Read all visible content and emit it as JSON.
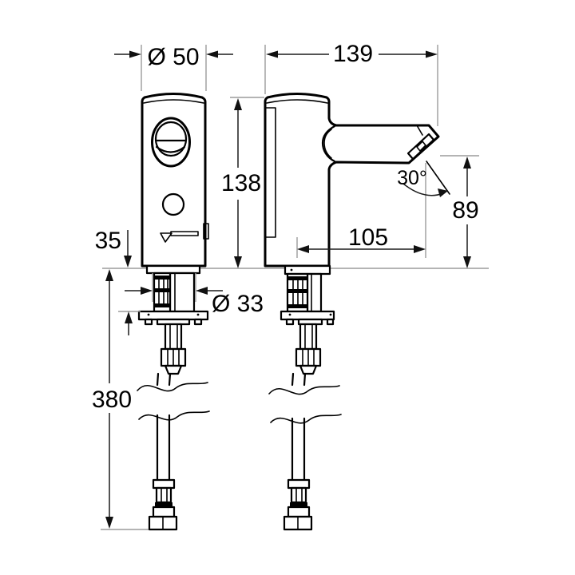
{
  "drawing": {
    "dimensions": {
      "top_diameter": "Ø 50",
      "spout_reach_total": "139",
      "body_height": "138",
      "spout_angle": "30°",
      "outlet_height": "89",
      "outlet_reach": "105",
      "deck_thickness": "35",
      "shank_diameter": "Ø 33",
      "hose_length": "380"
    }
  }
}
